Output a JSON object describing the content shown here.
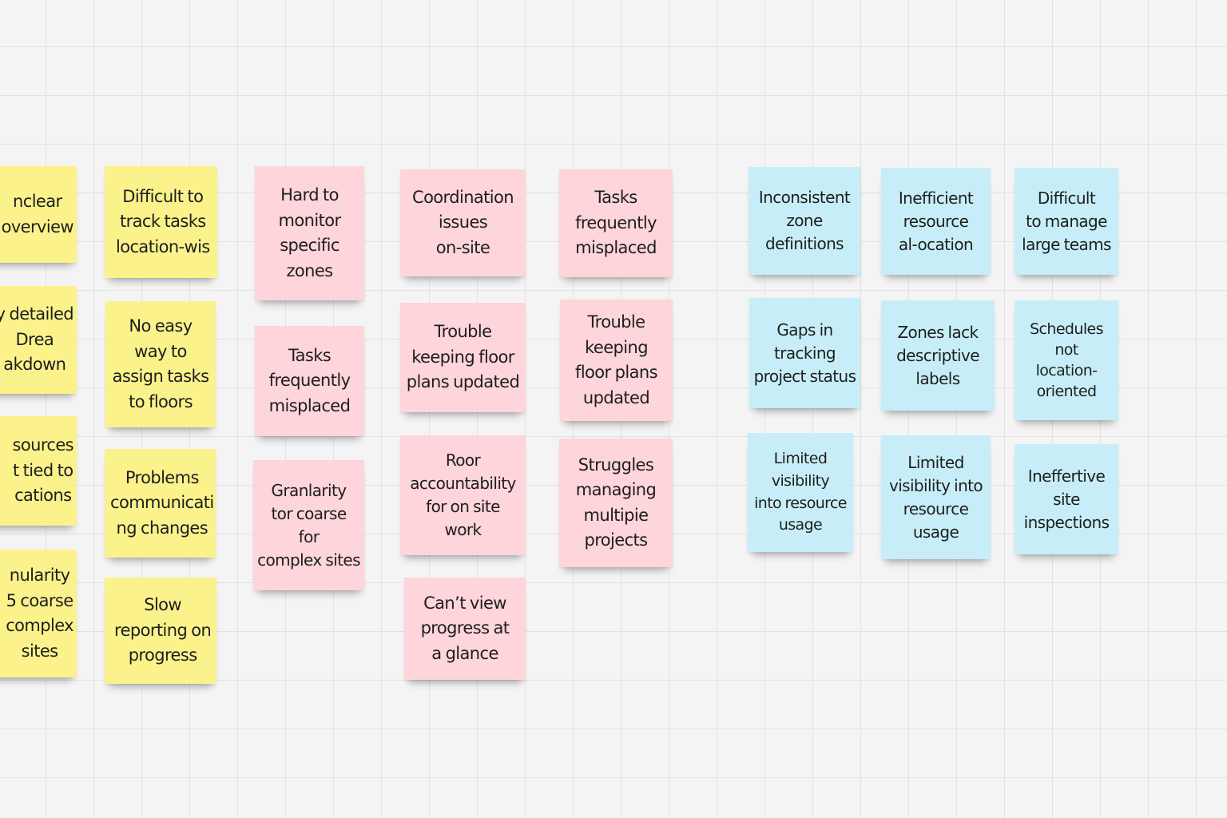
{
  "colors": {
    "yellow": "#fbf28c",
    "pink": "#fdd5da",
    "blue": "#c7eef8",
    "canvas": "#f4f4f4"
  },
  "notes": [
    {
      "color": "yellow",
      "text": "nclear\noverview"
    },
    {
      "color": "yellow",
      "text": "y detailed\nDrea\nakdown"
    },
    {
      "color": "yellow",
      "text": "sources\nt tied to\ncations"
    },
    {
      "color": "yellow",
      "text": "nularity\n5 coarse\ncomplex\nsites"
    },
    {
      "color": "yellow",
      "text": "Difficult to\ntrack tasks\nlocation-wis"
    },
    {
      "color": "yellow",
      "text": "No easy\nway to\nassign tasks\nto floors"
    },
    {
      "color": "yellow",
      "text": "Problems\ncommunicati\nng changes"
    },
    {
      "color": "yellow",
      "text": "Slow\nreporting on\nprogress"
    },
    {
      "color": "pink",
      "text": "Hard to\nmonitor\nspecific\nzones"
    },
    {
      "color": "pink",
      "text": "Tasks\nfrequently\nmisplaced"
    },
    {
      "color": "pink",
      "text": "Granlarity\ntor coarse\nfor\ncomplex sites"
    },
    {
      "color": "pink",
      "text": "Coordination\nissues\non-site"
    },
    {
      "color": "pink",
      "text": "Trouble\nkeeping floor\nplans updated"
    },
    {
      "color": "pink",
      "text": "Roor\naccountability\nfor on site\nwork"
    },
    {
      "color": "pink",
      "text": "Can’t view\nprogress at\na glance"
    },
    {
      "color": "pink",
      "text": "Tasks\nfrequently\nmisplaced"
    },
    {
      "color": "pink",
      "text": "Trouble\nkeeping\nfloor plans\nupdated"
    },
    {
      "color": "pink",
      "text": "Struggles\nmanaging\nmultipie\nprojects"
    },
    {
      "color": "blue",
      "text": "Inconsistent\nzone\ndefinitions"
    },
    {
      "color": "blue",
      "text": "Gaps in\ntracking\nproject status"
    },
    {
      "color": "blue",
      "text": "Limited\nvisibility\ninto resource\nusage"
    },
    {
      "color": "blue",
      "text": "Inefficient\nresource\nal-ocation"
    },
    {
      "color": "blue",
      "text": "Zones lack\ndescriptive\nlabels"
    },
    {
      "color": "blue",
      "text": "Limited\nvisibility into\nresource\nusage"
    },
    {
      "color": "blue",
      "text": "Difficult\nto manage\nlarge teams"
    },
    {
      "color": "blue",
      "text": "Schedules\nnot\nlocation-\noriented"
    },
    {
      "color": "blue",
      "text": "Ineffertive\nsite\ninspections"
    }
  ]
}
